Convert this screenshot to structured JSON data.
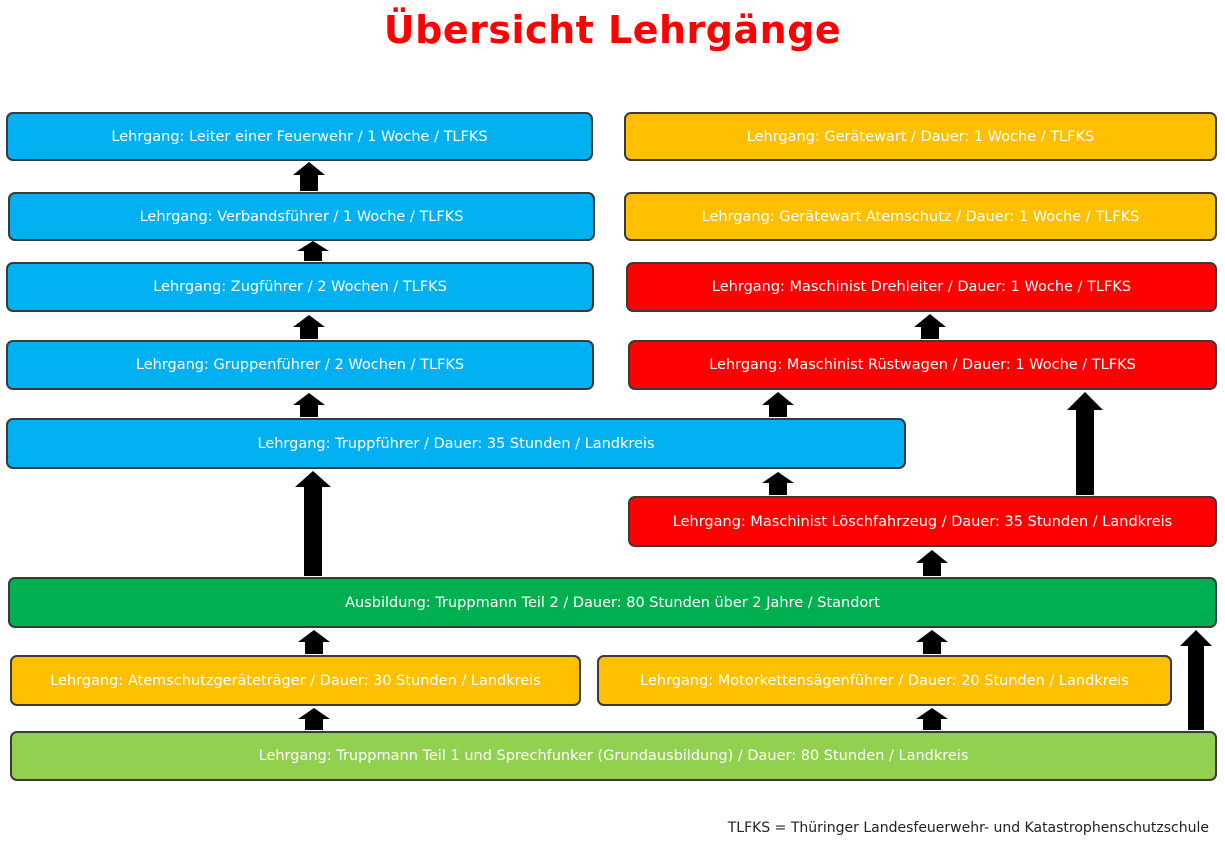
{
  "title": "Übersicht Lehrgänge",
  "colors": {
    "blue": "#00b0f0",
    "orange": "#ffc000",
    "red": "#ff0000",
    "green": "#00b050",
    "light_green": "#92d050",
    "title": "#ff0000",
    "arrow": "#000000"
  },
  "courses": {
    "leiter_feuerwehr": "Lehrgang: Leiter einer Feuerwehr / 1 Woche / TLFKS",
    "verbandsfuehrer": "Lehrgang: Verbandsführer / 1 Woche / TLFKS",
    "zugfuehrer": "Lehrgang: Zugführer / 2 Wochen / TLFKS",
    "gruppenfuehrer": "Lehrgang: Gruppenführer / 2 Wochen / TLFKS",
    "truppfuehrer": "Lehrgang: Truppführer / Dauer: 35 Stunden / Landkreis",
    "geraetewart": "Lehrgang: Gerätewart / Dauer: 1 Woche / TLFKS",
    "geraetewart_atemschutz": "Lehrgang: Gerätewart Atemschutz / Dauer: 1 Woche / TLFKS",
    "maschinist_drehleiter": "Lehrgang: Maschinist Drehleiter / Dauer: 1 Woche / TLFKS",
    "maschinist_ruestwagen": "Lehrgang: Maschinist Rüstwagen / Dauer: 1 Woche / TLFKS",
    "maschinist_loeschfahrzeug": "Lehrgang: Maschinist Löschfahrzeug / Dauer: 35 Stunden / Landkreis",
    "truppmann_teil2": "Ausbildung: Truppmann Teil 2 / Dauer: 80 Stunden über 2 Jahre / Standort",
    "atemschutzgeraetetraeger": "Lehrgang: Atemschutzgeräteträger / Dauer: 30 Stunden / Landkreis",
    "motorkettensaegenfuehrer": "Lehrgang: Motorkettensägenführer / Dauer: 20 Stunden / Landkreis",
    "truppmann_teil1": "Lehrgang: Truppmann Teil 1 und Sprechfunker (Grundausbildung) / Dauer: 80 Stunden / Landkreis"
  },
  "footnote": "TLFKS = Thüringer Landesfeuerwehr- und Katastrophenschutzschule"
}
